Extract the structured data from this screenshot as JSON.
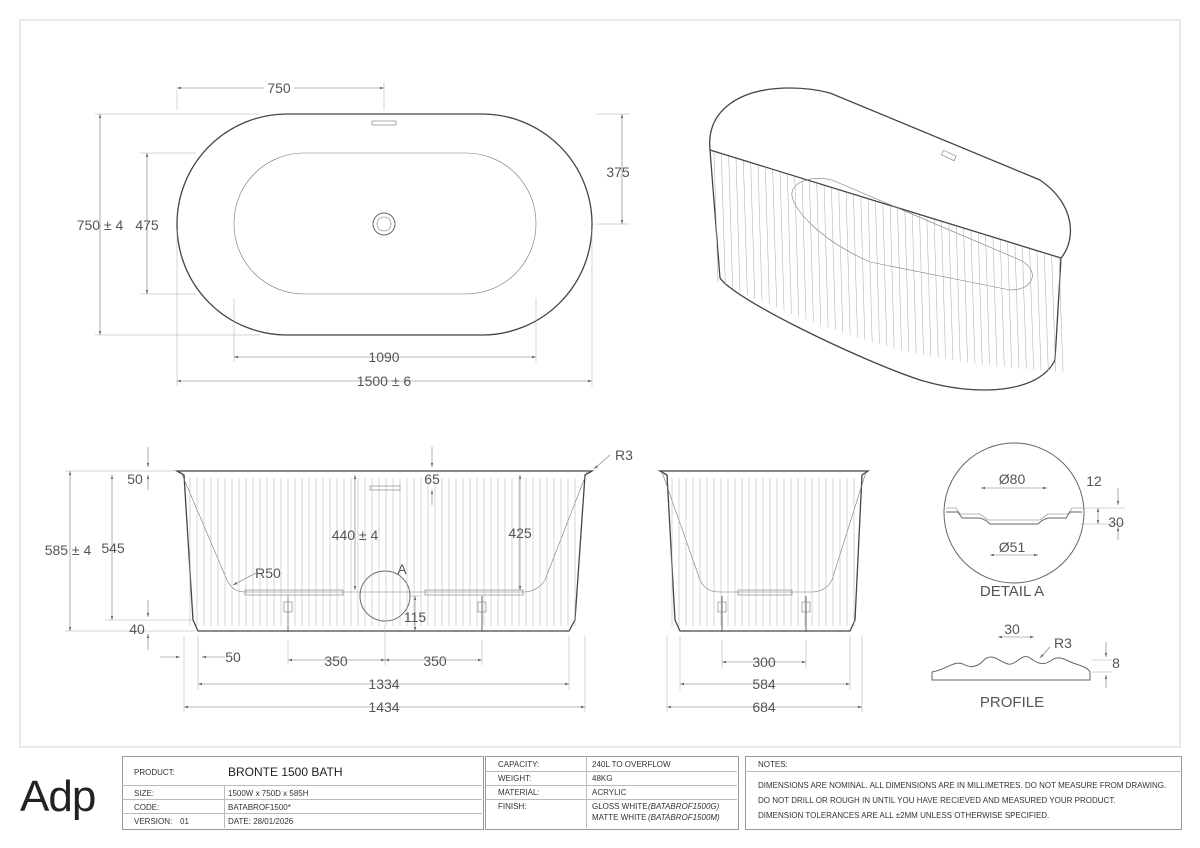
{
  "dims": {
    "top_width": "750",
    "top_half_depth": "375",
    "top_depth": "750 ± 4",
    "inner_depth": "475",
    "inner_length": "1090",
    "overall_length": "1500 ± 6",
    "rim": "50",
    "overall_height": "585 ± 4",
    "body_height": "545",
    "overflow": "65",
    "inner_height": "440 ± 4",
    "height_425": "425",
    "radius_r3": "R3",
    "radius_r50": "R50",
    "base": "40",
    "foot_offset": "50",
    "foot_left": "350",
    "foot_right": "350",
    "waste_drop": "115",
    "base_length": "1334",
    "side_length": "1434",
    "end_feet": "300",
    "end_base": "584",
    "end_overall": "684",
    "detail_callout": "A",
    "detail_d80": "Ø80",
    "detail_d51": "Ø51",
    "detail_12": "12",
    "detail_30": "30",
    "detail_title": "DETAIL A",
    "profile_30": "30",
    "profile_r3": "R3",
    "profile_8": "8",
    "profile_title": "PROFILE"
  },
  "title_block": {
    "logo": "Adp",
    "product_label": "PRODUCT:",
    "product_value": "BRONTE 1500 BATH",
    "size_label": "SIZE:",
    "size_value": "1500W x 750D x 585H",
    "code_label": "CODE:",
    "code_value": "BATABROF1500*",
    "version_label": "VERSION:",
    "version_value": "01",
    "date_label": "DATE: 28/01/2026",
    "capacity_label": "CAPACITY:",
    "capacity_value": "240L TO OVERFLOW",
    "weight_label": "WEIGHT:",
    "weight_value": "48KG",
    "material_label": "MATERIAL:",
    "material_value": "ACRYLIC",
    "finish_label": "FINISH:",
    "finish_1": "GLOSS WHITE",
    "finish_1_code": "(BATABROF1500G)",
    "finish_2": "MATTE WHITE",
    "finish_2_code": "(BATABROF1500M)",
    "notes_label": "NOTES:",
    "note_1": "DIMENSIONS ARE NOMINAL. ALL DIMENSIONS ARE IN MILLIMETRES. DO NOT MEASURE FROM DRAWING.",
    "note_2": "DO NOT DRILL OR ROUGH IN UNTIL YOU HAVE RECIEVED AND MEASURED YOUR PRODUCT.",
    "note_3": "DIMENSION TOLERANCES ARE ALL ±2MM UNLESS OTHERWISE SPECIFIED."
  }
}
